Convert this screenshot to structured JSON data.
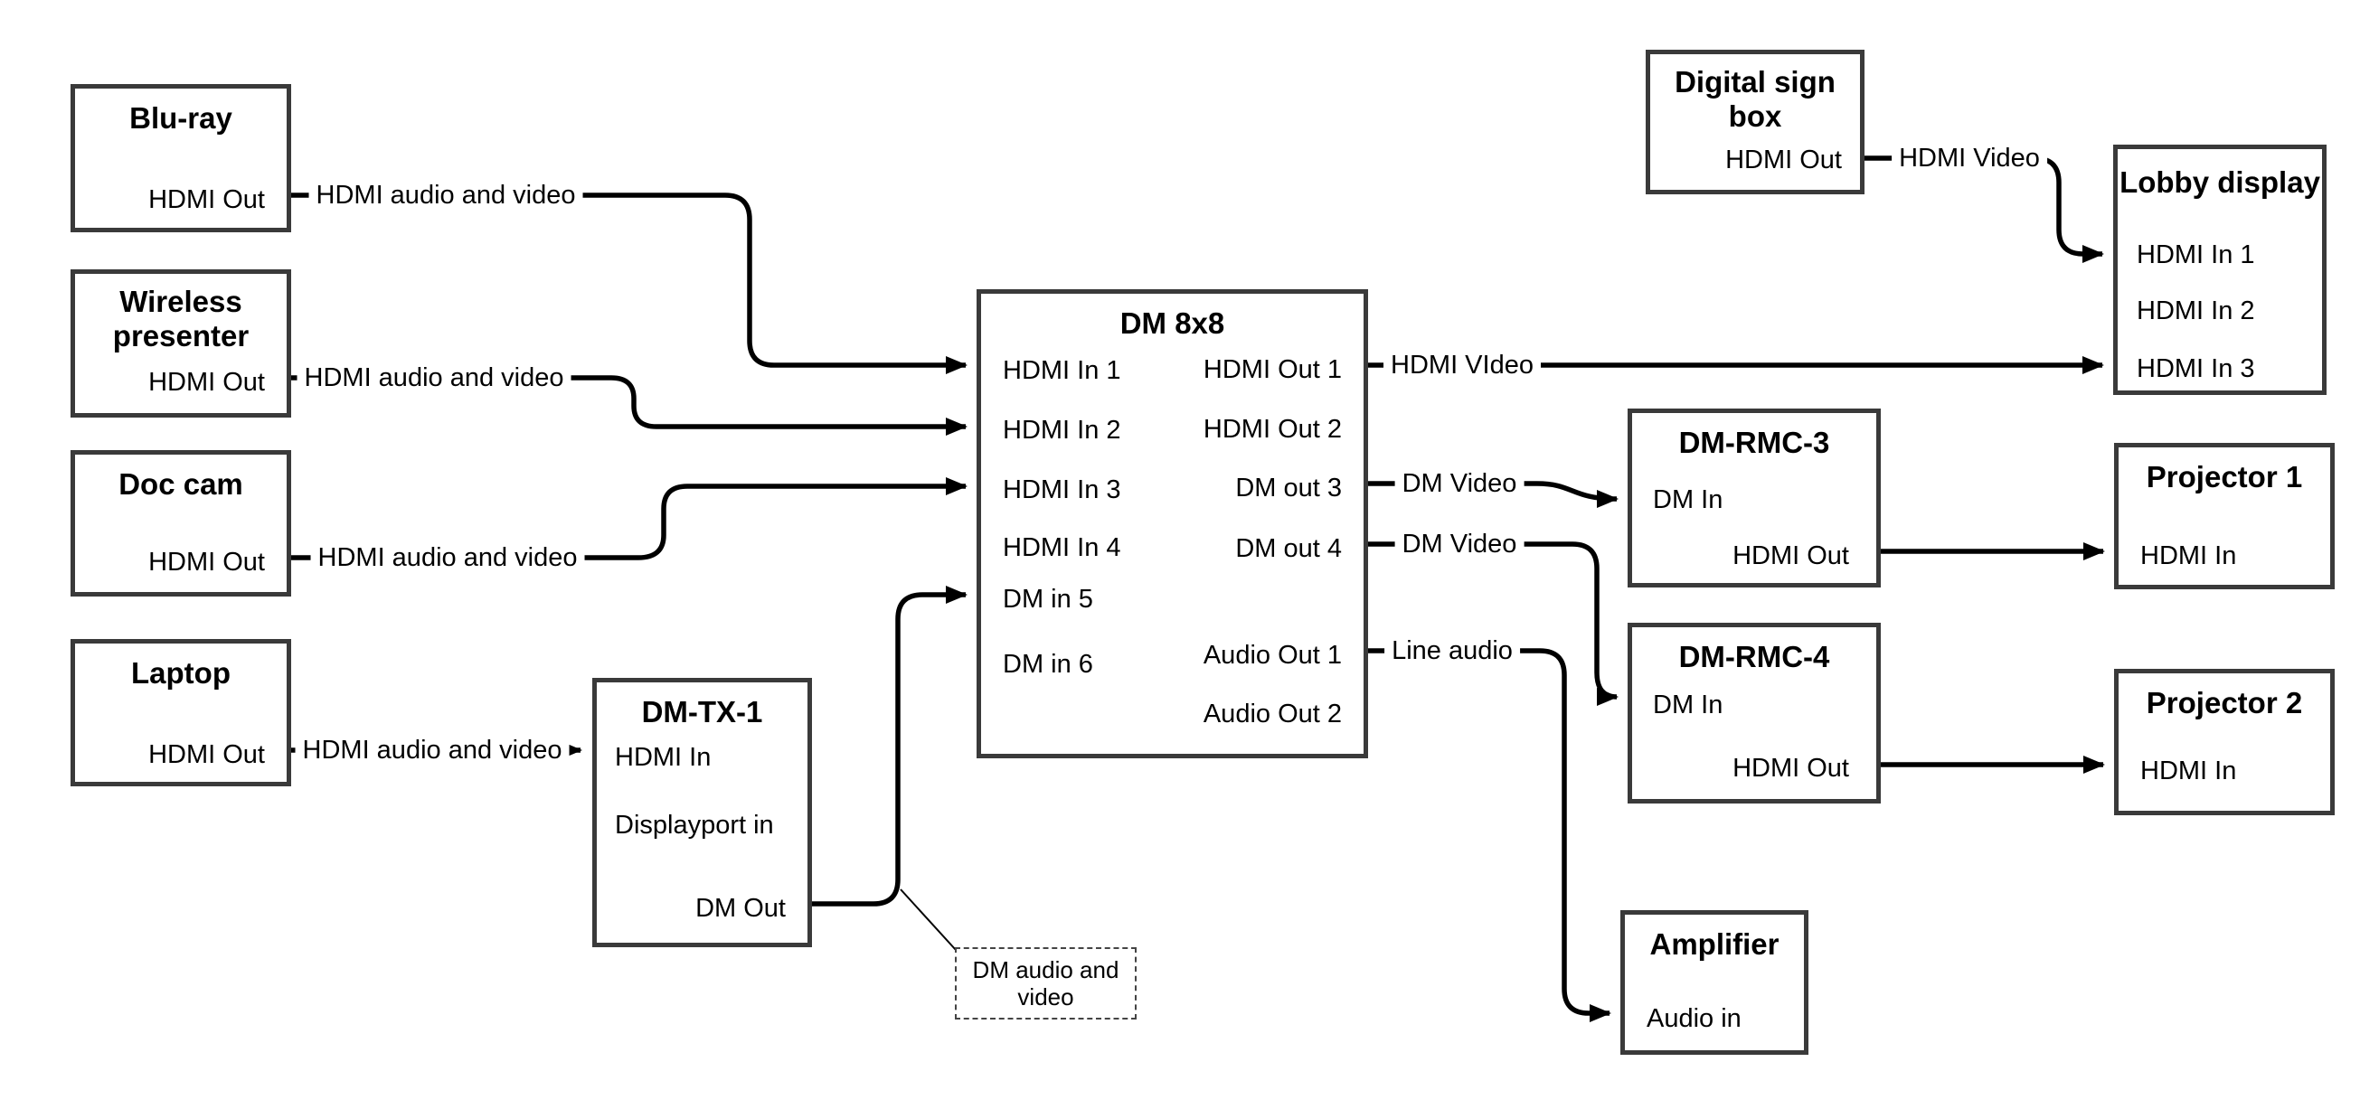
{
  "colors": {
    "background": "#ffffff",
    "connection_line": "#000000",
    "box_border": "#3a3a3a",
    "text": "#000000"
  },
  "nodes": {
    "bluray": {
      "title": "Blu-ray",
      "ports": {
        "out": "HDMI Out"
      }
    },
    "wireless": {
      "title": "Wireless presenter",
      "ports": {
        "out": "HDMI Out"
      }
    },
    "doccam": {
      "title": "Doc cam",
      "ports": {
        "out": "HDMI Out"
      }
    },
    "laptop": {
      "title": "Laptop",
      "ports": {
        "out": "HDMI Out"
      }
    },
    "dmtx1": {
      "title": "DM-TX-1",
      "ports": {
        "hdmi_in": "HDMI In",
        "dp_in": "Displayport in",
        "dm_out": "DM Out"
      }
    },
    "dm8x8": {
      "title": "DM 8x8",
      "ports": {
        "in1": "HDMI In 1",
        "in2": "HDMI In 2",
        "in3": "HDMI In 3",
        "in4": "HDMI In 4",
        "in5": "DM in 5",
        "in6": "DM in 6",
        "out1": "HDMI Out 1",
        "out2": "HDMI Out 2",
        "out3": "DM out 3",
        "out4": "DM out 4",
        "aout1": "Audio Out 1",
        "aout2": "Audio Out 2"
      }
    },
    "digitalsign": {
      "title": "Digital sign box",
      "ports": {
        "out": "HDMI Out"
      }
    },
    "lobby": {
      "title": "Lobby display",
      "ports": {
        "in1": "HDMI In 1",
        "in2": "HDMI In 2",
        "in3": "HDMI In 3"
      }
    },
    "rmc3": {
      "title": "DM-RMC-3",
      "ports": {
        "dm_in": "DM In",
        "hdmi_out": "HDMI Out"
      }
    },
    "rmc4": {
      "title": "DM-RMC-4",
      "ports": {
        "dm_in": "DM In",
        "hdmi_out": "HDMI Out"
      }
    },
    "proj1": {
      "title": "Projector 1",
      "ports": {
        "in": "HDMI In"
      }
    },
    "proj2": {
      "title": "Projector 2",
      "ports": {
        "in": "HDMI In"
      }
    },
    "amplifier": {
      "title": "Amplifier",
      "ports": {
        "in": "Audio in"
      }
    }
  },
  "edge_labels": {
    "bluray_dm": "HDMI audio and video",
    "wireless_dm": "HDMI audio and video",
    "doccam_dm": "HDMI audio and video",
    "laptop_tx": "HDMI audio and video",
    "out1_lobby": "HDMI VIdeo",
    "out3_rmc3": "DM Video",
    "out4_rmc4": "DM Video",
    "aout1_amp": "Line audio",
    "sign_lobby": "HDMI Video"
  },
  "note": {
    "text": "DM audio and video"
  }
}
